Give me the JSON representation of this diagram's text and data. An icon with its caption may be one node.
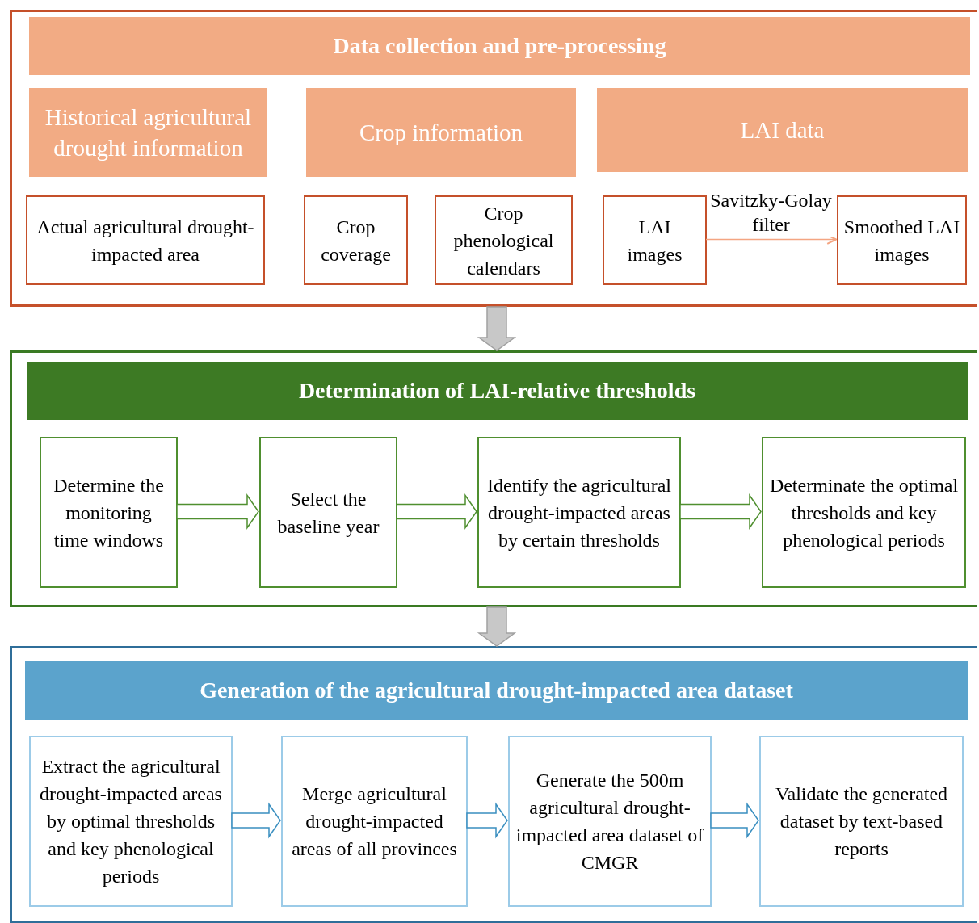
{
  "diagram": {
    "nodes": [
      {
        "text": [],
        "shape": "box"
      },
      {
        "text": [
          "Data collection and pre-processing"
        ],
        "in": 0
      },
      {
        "text": [
          "Historical agricultural drought information"
        ],
        "in": 0
      },
      {
        "text": [
          "Crop information"
        ],
        "in": 0
      },
      {
        "text": [
          "LAI data"
        ],
        "in": 0
      },
      {
        "text": [
          "Actual agricultural drought-impacted area"
        ],
        "in": 0
      },
      {
        "text": [
          "Crop coverage"
        ],
        "in": 0
      },
      {
        "text": [
          "Crop phenological calendars"
        ],
        "in": 0
      },
      {
        "text": [
          "LAI images"
        ],
        "in": 0
      },
      {
        "text": [
          "Smoothed LAI images"
        ],
        "in": 0
      },
      {
        "text": [],
        "shape": "box"
      },
      {
        "text": [
          "Determination of LAI-relative thresholds"
        ],
        "in": 10
      },
      {
        "text": [
          "Determine the monitoring time windows"
        ],
        "in": 10
      },
      {
        "text": [
          "Select the baseline year"
        ],
        "in": 10
      },
      {
        "text": [
          "Identify the agricultural drought-impacted areas by certain thresholds"
        ],
        "in": 10
      },
      {
        "text": [
          "Determinate the optimal thresholds and key phenological periods"
        ],
        "in": 10
      },
      {
        "text": [],
        "shape": "box"
      },
      {
        "text": [
          "Generation of the agricultural drought-impacted area dataset"
        ],
        "in": 16
      },
      {
        "text": [
          "Extract the agricultural drought-impacted areas by optimal thresholds and key phenological periods"
        ],
        "in": 16
      },
      {
        "text": [
          "Merge agricultural drought-impacted areas of all provinces"
        ],
        "in": 16
      },
      {
        "text": [
          "Generate the 500m agricultural drought-impacted area dataset of CMGR"
        ],
        "in": 16
      },
      {
        "text": [
          "Validate the generated dataset by text-based reports"
        ],
        "in": 16
      }
    ],
    "edges": [
      {
        "from": 8,
        "to": 9,
        "arrow": "to",
        "label": "Savitzky-Golay filter",
        "color": "#f4a582"
      },
      {
        "from": 0,
        "to": 10,
        "arrow": "to",
        "style": "thick",
        "color": "#c8c8c8"
      },
      {
        "from": 10,
        "to": 16,
        "arrow": "to",
        "style": "thick",
        "color": "#c8c8c8"
      },
      {
        "from": 12,
        "to": 13,
        "arrow": "to",
        "style": "thick",
        "color": "#4f8f2f"
      },
      {
        "from": 13,
        "to": 14,
        "arrow": "to",
        "style": "thick",
        "color": "#4f8f2f"
      },
      {
        "from": 14,
        "to": 15,
        "arrow": "to",
        "style": "thick",
        "color": "#4f8f2f"
      },
      {
        "from": 18,
        "to": 19,
        "arrow": "to",
        "style": "thick",
        "color": "#3a8fc0"
      },
      {
        "from": 19,
        "to": 20,
        "arrow": "to",
        "style": "thick",
        "color": "#3a8fc0"
      },
      {
        "from": 20,
        "to": 21,
        "arrow": "to",
        "style": "thick",
        "color": "#3a8fc0"
      }
    ]
  }
}
